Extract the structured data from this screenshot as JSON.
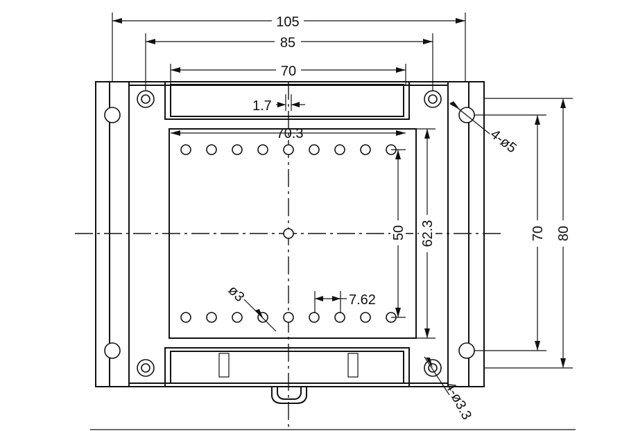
{
  "dimensions": {
    "overall_width": "105",
    "mount_width": "85",
    "slot_width": "70",
    "slot_detail": "1.7",
    "pcb_width": "70.3",
    "pcb_height": "62.3",
    "hole_rows_spacing": "50",
    "inner_height": "70",
    "overall_height": "80",
    "pitch": "7.62"
  },
  "callouts": {
    "corner_holes": "4-ø5",
    "mount_holes": "4-ø3.3",
    "terminal_holes": "ø3"
  }
}
